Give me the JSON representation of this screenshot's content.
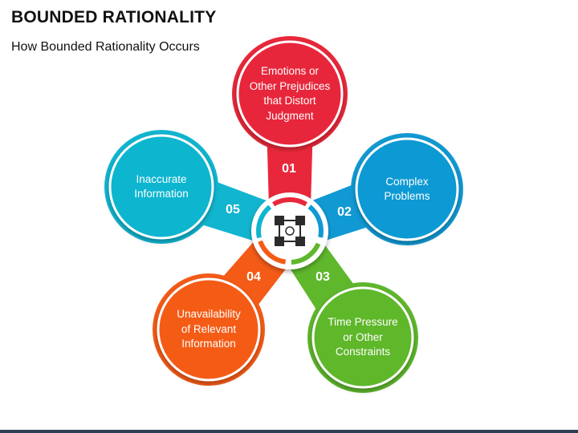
{
  "title": "BOUNDED RATIONALITY",
  "subtitle": "How Bounded Rationality Occurs",
  "items": [
    {
      "number": "01",
      "label": "Emotions or\nOther Prejudices\nthat Distort\nJudgment",
      "color": "#e8283a"
    },
    {
      "number": "02",
      "label": "Complex\nProblems",
      "color": "#1199d3"
    },
    {
      "number": "03",
      "label": "Time Pressure\nor Other\nConstraints",
      "color": "#5fb72c"
    },
    {
      "number": "04",
      "label": "Unavailability\nof Relevant\nInformation",
      "color": "#f45b17"
    },
    {
      "number": "05",
      "label": "Inaccurate\nInformation",
      "color": "#11b5cf"
    }
  ],
  "center_icon": "network-brain-icon"
}
